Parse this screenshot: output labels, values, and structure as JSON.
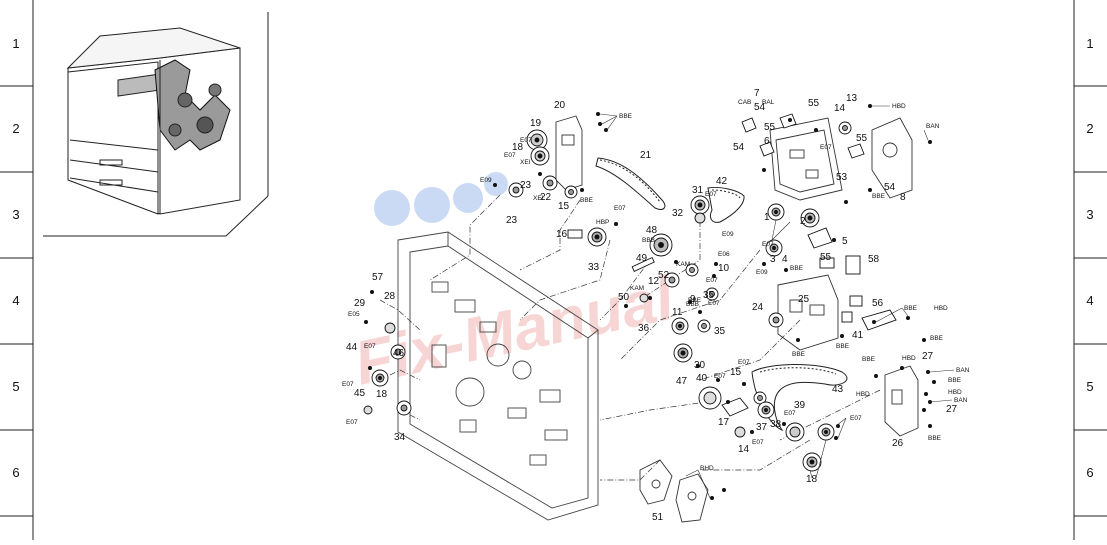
{
  "row_numbers": [
    "1",
    "2",
    "3",
    "4",
    "5",
    "6"
  ],
  "part_numbers": [
    "1",
    "2",
    "3",
    "4",
    "5",
    "6",
    "7",
    "8",
    "9",
    "10",
    "11",
    "12",
    "13",
    "14",
    "14",
    "15",
    "15",
    "16",
    "17",
    "18",
    "18",
    "18",
    "19",
    "20",
    "21",
    "22",
    "23",
    "23",
    "24",
    "25",
    "26",
    "27",
    "27",
    "28",
    "29",
    "30",
    "31",
    "32",
    "33",
    "34",
    "35",
    "35",
    "36",
    "37",
    "38",
    "39",
    "40",
    "41",
    "42",
    "43",
    "44",
    "45",
    "46",
    "47",
    "48",
    "49",
    "50",
    "51",
    "52",
    "53",
    "54",
    "54",
    "54",
    "55",
    "55",
    "55",
    "55",
    "56",
    "57",
    "58"
  ],
  "codes": [
    "BBE",
    "BBE",
    "BBE",
    "BBE",
    "BBE",
    "BBE",
    "BBE",
    "BBE",
    "BBE",
    "BBE",
    "BBE",
    "BBE",
    "E07",
    "E07",
    "E07",
    "E07",
    "E07",
    "E07",
    "E07",
    "E07",
    "E07",
    "E07",
    "E07",
    "E07",
    "E07",
    "E07",
    "E07",
    "E07",
    "E09",
    "E09",
    "E09",
    "E05",
    "E06",
    "XEI",
    "XEI",
    "HBP",
    "KAM",
    "KAM",
    "BBB",
    "BBB",
    "CAB",
    "BAL",
    "HBD",
    "HBD",
    "HBD",
    "HBD",
    "BAN",
    "BAN",
    "BAN",
    "BHD",
    "HBD"
  ],
  "watermark": "Fix-Manual"
}
